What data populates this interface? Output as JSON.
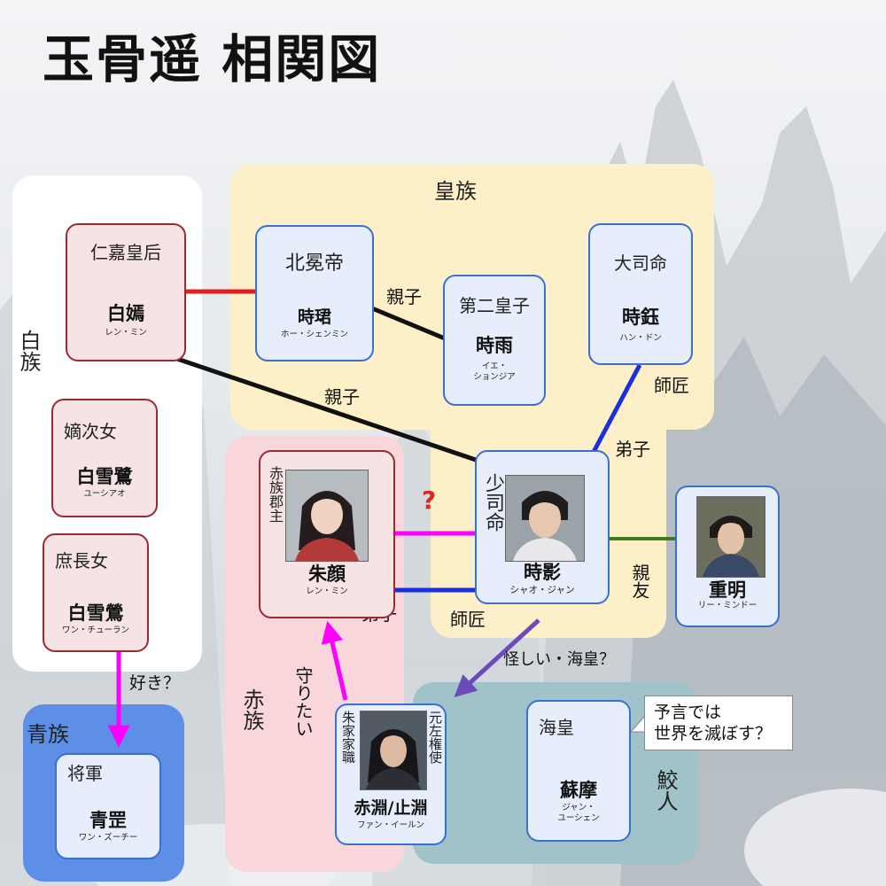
{
  "title": "玉骨遥 相関図",
  "groups": {
    "imperial": "皇族",
    "white": "白族",
    "red": "赤族",
    "blue": "青族",
    "merfolk": "鮫人"
  },
  "characters": {
    "empress": {
      "role": "仁嘉皇后",
      "name": "白嫣",
      "actor": "レン・ミン"
    },
    "emperor": {
      "role": "北冕帝",
      "name": "時珺",
      "actor": "ホー・シェンミン"
    },
    "prince2": {
      "role": "第二皇子",
      "name": "時雨",
      "actor": "イエ・\nションジア"
    },
    "daishimei": {
      "role": "大司命",
      "name": "時鈺",
      "actor": "ハン・ドン"
    },
    "shoshimei": {
      "role": "少司命",
      "name": "時影",
      "actor": "シャオ・ジャン"
    },
    "shuyan": {
      "role": "赤族郡主",
      "name": "朱顔",
      "actor": "レン・ミン"
    },
    "chongming": {
      "name": "重明",
      "actor": "リー・ミンドー"
    },
    "xuelu": {
      "role": "嫡次女",
      "name": "白雪鷺",
      "actor": "ユーシアオ"
    },
    "xueying": {
      "role": "庶長女",
      "name": "白雪鶯",
      "actor": "ワン・チューラン"
    },
    "general": {
      "role": "将軍",
      "name": "青罡",
      "actor": "ワン・ズーチー"
    },
    "chiyuan": {
      "role_left": "朱家家職",
      "role_right": "元左権使",
      "name": "赤淵/止淵",
      "actor": "ファン・イールン"
    },
    "suma": {
      "role": "海皇",
      "name": "蘇摩",
      "actor": "ジャン・\nユーシェン"
    }
  },
  "relations": {
    "parent_child_1": "親子",
    "parent_child_2": "親子",
    "master_1": "師匠",
    "disciple_1": "弟子",
    "master_2": "師匠",
    "disciple_2": "弟子",
    "friend": "親友",
    "unknown": "?",
    "likes": "好き？",
    "protect": "守りたい",
    "suspicious": "怪しい・海皇？"
  },
  "bubble": {
    "line1": "予言では",
    "line2": "世界を滅ぼす？"
  },
  "colors": {
    "marriage": "#e02020",
    "parent": "#111111",
    "master": "#1a2fe0",
    "friend": "#3f7a1e",
    "magenta": "#ff00ff",
    "purple": "#6a4bb8",
    "white_group": "#ffffff",
    "imperial_group": "#fdf0c8",
    "red_group": "#f9d6da",
    "blue_group": "#5d8fe6",
    "merfolk_group": "#9fc3c8"
  }
}
